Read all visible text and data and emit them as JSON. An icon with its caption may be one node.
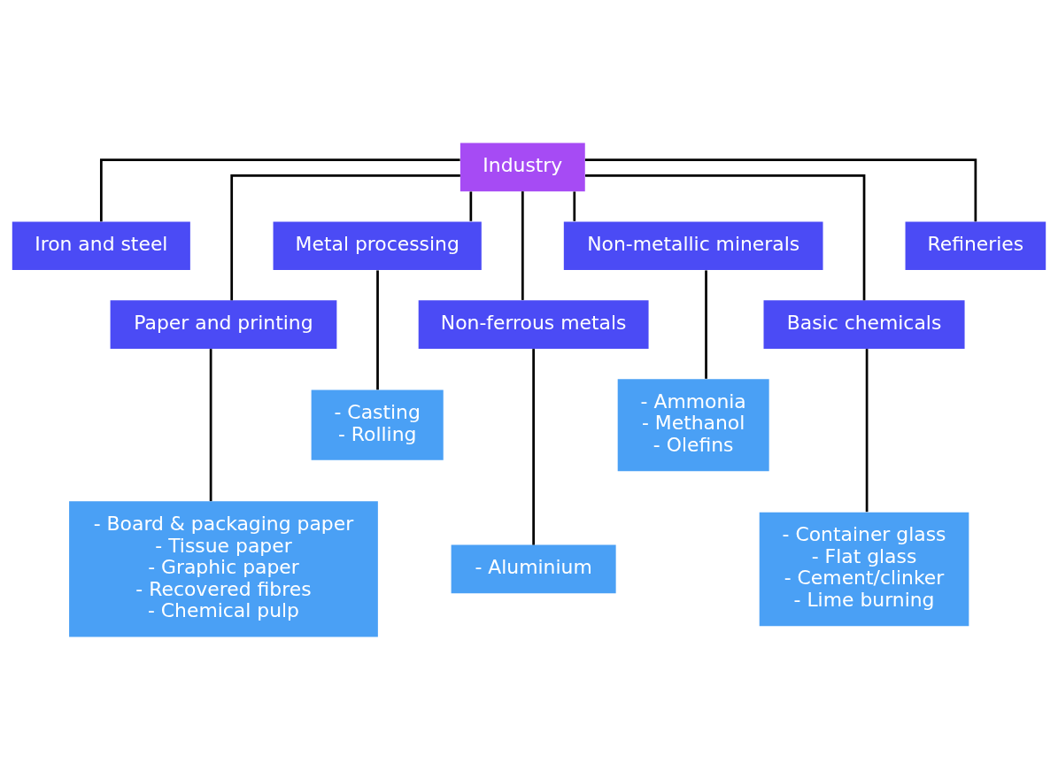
{
  "diagram": {
    "nodes": [
      {
        "text": [
          "Industry"
        ]
      },
      {
        "text": [
          "Iron and steel"
        ]
      },
      {
        "text": [
          "Paper and printing"
        ]
      },
      {
        "text": [
          "Metal processing"
        ]
      },
      {
        "text": [
          "Non-ferrous metals"
        ]
      },
      {
        "text": [
          "Non-metallic minerals"
        ]
      },
      {
        "text": [
          "Basic chemicals"
        ]
      },
      {
        "text": [
          "Refineries"
        ]
      },
      {
        "text": [
          "- Casting",
          "- Rolling"
        ]
      },
      {
        "text": [
          "- Board & packaging paper",
          "- Tissue paper",
          "- Graphic paper",
          "- Recovered fibres",
          "- Chemical pulp"
        ]
      },
      {
        "text": [
          "- Aluminium"
        ]
      },
      {
        "text": [
          "- Ammonia",
          "- Methanol",
          "- Olefins"
        ]
      },
      {
        "text": [
          "- Container glass",
          "- Flat glass",
          "- Cement/clinker",
          "- Lime burning"
        ]
      }
    ],
    "edges": [
      {
        "from": 0,
        "to": 1,
        "arrow": "none"
      },
      {
        "from": 0,
        "to": 2,
        "arrow": "none"
      },
      {
        "from": 0,
        "to": 3,
        "arrow": "none"
      },
      {
        "from": 0,
        "to": 4,
        "arrow": "none"
      },
      {
        "from": 0,
        "to": 5,
        "arrow": "none"
      },
      {
        "from": 0,
        "to": 6,
        "arrow": "none"
      },
      {
        "from": 0,
        "to": 7,
        "arrow": "none"
      },
      {
        "from": 3,
        "to": 8,
        "arrow": "none"
      },
      {
        "from": 2,
        "to": 9,
        "arrow": "none"
      },
      {
        "from": 4,
        "to": 10,
        "arrow": "none"
      },
      {
        "from": 5,
        "to": 11,
        "arrow": "none"
      },
      {
        "from": 6,
        "to": 12,
        "arrow": "none"
      }
    ]
  }
}
